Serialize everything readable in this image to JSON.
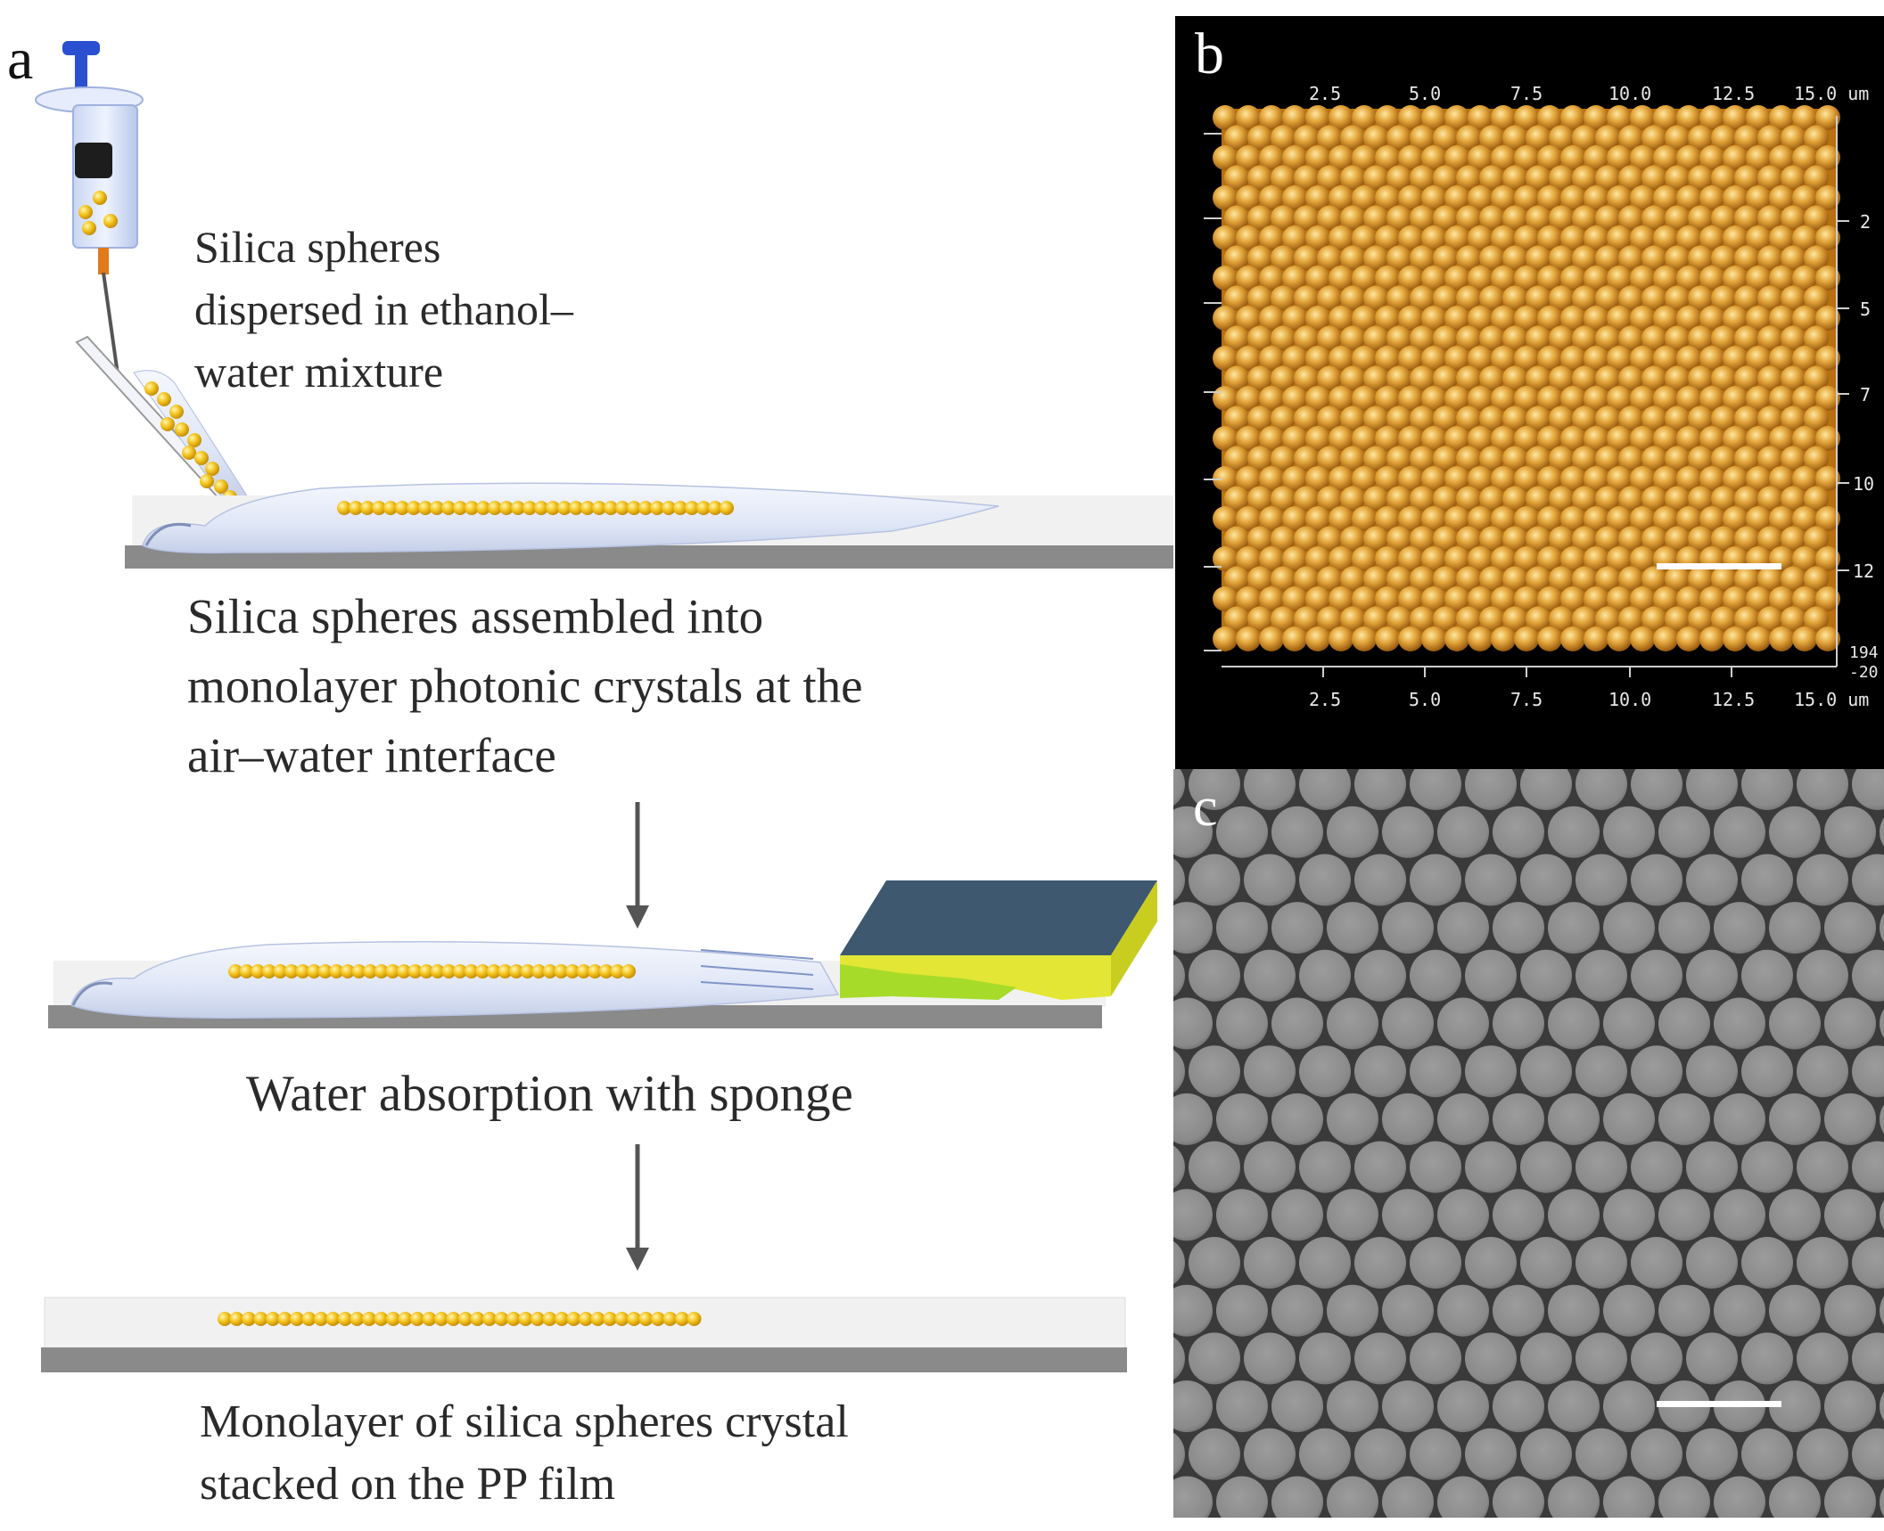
{
  "panels": {
    "a": {
      "letter": "a",
      "step1_text": [
        "Silica spheres",
        "dispersed in ethanol–",
        "water mixture"
      ],
      "step2_text": [
        "Silica spheres assembled into",
        "monolayer photonic crystals at the",
        "air–water interface"
      ],
      "step3_text": "Water absorption with sponge",
      "step4_text": [
        "Monolayer of silica spheres crystal",
        "stacked on the PP film"
      ]
    },
    "b": {
      "letter": "b",
      "top_ticks": [
        "2.5",
        "5.0",
        "7.5",
        "10.0",
        "12.5",
        "15.0 um"
      ],
      "bottom_ticks": [
        "2.5",
        "5.0",
        "7.5",
        "10.0",
        "12.5",
        "15.0 um"
      ],
      "right_ticks": [
        "2",
        "5",
        "7",
        "10",
        "12",
        "194",
        "-20"
      ]
    },
    "c": {
      "letter": "c"
    }
  },
  "colors": {
    "sphere": "#f3c21b",
    "afm_base": "#b9700e",
    "sem_bg": "#3a3a3a",
    "sem_sphere": "#8e8e8e",
    "sponge_top": "#3e5870",
    "sponge_side": "#e3e634",
    "water": "#dfe6f5",
    "substrate": "#8a8a8a",
    "syringe_plunger": "#2a4fd0"
  }
}
